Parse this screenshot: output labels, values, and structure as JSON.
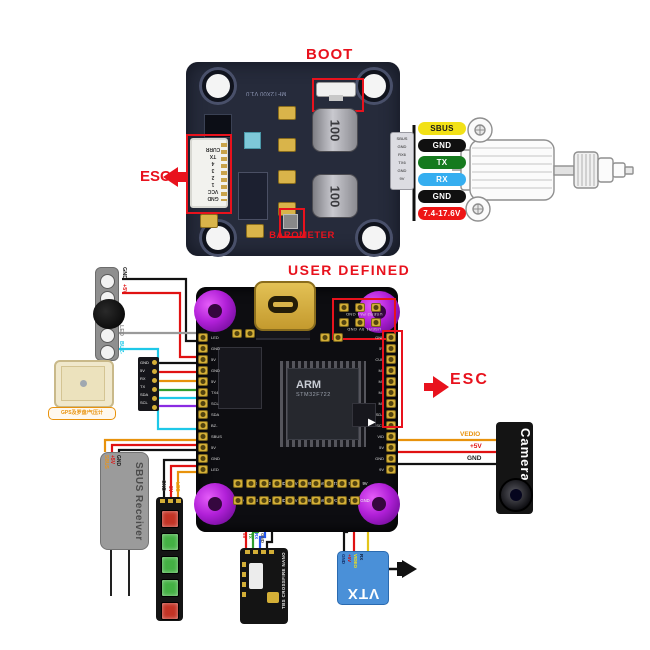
{
  "palette": {
    "accent_red": "#e8121d",
    "top_pcb": "#262b3b",
    "fc_pcb": "#0d0d11",
    "pad_gold": "#d4af37",
    "grommet_purple": "#b120d8",
    "vtx_blue": "#4a90d8",
    "wire_colors": {
      "ground": "#111111",
      "power_red": "#e01212",
      "video_orange": "#e8920c",
      "tx_green": "#2f9e2f",
      "rx_blue": "#2255ee",
      "sda_cyan": "#1ec8e8",
      "scl_purple": "#8a2be2",
      "led_gray": "#9a9a9a",
      "video_yellow": "#e3c51a"
    }
  },
  "top_board": {
    "boot_label": "BOOT",
    "esc_label": "ESC",
    "barometer_label": "BAROMETER",
    "version_text": "MFT2X00 V1.0",
    "inductor_text": "100",
    "esc_connector_pins": [
      "GND",
      "VCC",
      "1",
      "2",
      "3",
      "4",
      "TX",
      "CURR"
    ],
    "uart_connector_pins": [
      "SBUS",
      "GND",
      "RX6",
      "TX6",
      "GND",
      "9V"
    ]
  },
  "motor_pills": [
    {
      "label": "SBUS",
      "bg": "#f2e117",
      "fg": "#1a1a1a"
    },
    {
      "label": "GND",
      "bg": "#101010",
      "fg": "#ffffff"
    },
    {
      "label": "TX",
      "bg": "#157a1e",
      "fg": "#ffffff"
    },
    {
      "label": "RX",
      "bg": "#35aef0",
      "fg": "#ffffff"
    },
    {
      "label": "GND",
      "bg": "#101010",
      "fg": "#ffffff"
    },
    {
      "label": "7.4-17.6V",
      "bg": "#ee1515",
      "fg": "#ffffff"
    }
  ],
  "fc_board": {
    "user_defined_label": "USER DEFINED",
    "esc_label": "ESC",
    "chip": {
      "line1": "ARM",
      "line2": "STM32F722"
    },
    "user_pads": {
      "row1": "USER2 PA4 GND",
      "row2": "USER1 5V GND"
    },
    "left_pad_labels": [
      "LED",
      "GND",
      "5V",
      "GND",
      "5V",
      "TX4",
      "SCL",
      "SDA",
      "BZ-",
      "SBUS",
      "5V",
      "GND",
      "LED"
    ],
    "right_pad_labels": [
      "GND",
      "5V",
      "CUR",
      "M2",
      "M1",
      "M4",
      "M3",
      "SDA",
      "SCL",
      "VID",
      "5V",
      "GND",
      "9V"
    ],
    "bottom_row1_labels": [
      "5V",
      "3V3",
      "TX2",
      "GND",
      "5V",
      "M5",
      "M7",
      "TX1",
      "5V",
      "9V"
    ],
    "bottom_row2_labels": [
      "GND",
      "RSSI",
      "RX2",
      "GND",
      "5V",
      "M6",
      "M8",
      "RX1",
      "TX",
      "GND"
    ]
  },
  "buzzer": {
    "pin_labels": [
      {
        "label": "GND",
        "fg": "#1a1a1a"
      },
      {
        "label": "+5V",
        "fg": "#e01212"
      },
      {
        "label": "LED",
        "fg": "#8a8a8a"
      },
      {
        "label": "BUZ-",
        "fg": "#18c8e8"
      }
    ]
  },
  "gps": {
    "pin_labels": [
      "GND",
      "5V",
      "RX",
      "TX",
      "SDA",
      "SCL"
    ],
    "caption": "GPS及罗盘/气压计"
  },
  "sbus_receiver": {
    "label": "SBUS Receiver",
    "pin_labels": [
      {
        "label": "SBUS",
        "fg": "#e8941d"
      },
      {
        "label": "+5V",
        "fg": "#e01212"
      },
      {
        "label": "GND",
        "fg": "#1a1a1a"
      }
    ]
  },
  "led_strip": {
    "pin_labels": [
      {
        "label": "GND",
        "fg": "#333333"
      },
      {
        "label": "5V",
        "fg": "#d42020"
      },
      {
        "label": "LED",
        "fg": "#e8a20c"
      }
    ],
    "leds": [
      {
        "bg": "#c23325"
      },
      {
        "bg": "#44b044"
      },
      {
        "bg": "#44b044"
      },
      {
        "bg": "#44b044"
      },
      {
        "bg": "#c23325"
      }
    ]
  },
  "crossfire": {
    "label": "TBS CROSSFIRE NANO",
    "pin_labels": [
      {
        "label": "5V",
        "fg": "#e01212"
      },
      {
        "label": "TX",
        "fg": "#2f9e2f"
      },
      {
        "label": "RX",
        "fg": "#2255ee"
      },
      {
        "label": "GND",
        "fg": "#555555"
      }
    ]
  },
  "vtx": {
    "label": "VTX",
    "pin_labels": [
      {
        "label": "GND",
        "fg": "#10306e"
      },
      {
        "label": "+5V",
        "fg": "#d01010"
      },
      {
        "label": "VIDEO",
        "fg": "#f2e117"
      },
      {
        "label": "RX",
        "fg": "#102040"
      }
    ]
  },
  "camera": {
    "label": "Camera",
    "wire_labels": [
      {
        "label": "VEDIO",
        "fg": "#e8920c"
      },
      {
        "label": "+5V",
        "fg": "#e01212"
      },
      {
        "label": "GND",
        "fg": "#222222"
      }
    ]
  }
}
